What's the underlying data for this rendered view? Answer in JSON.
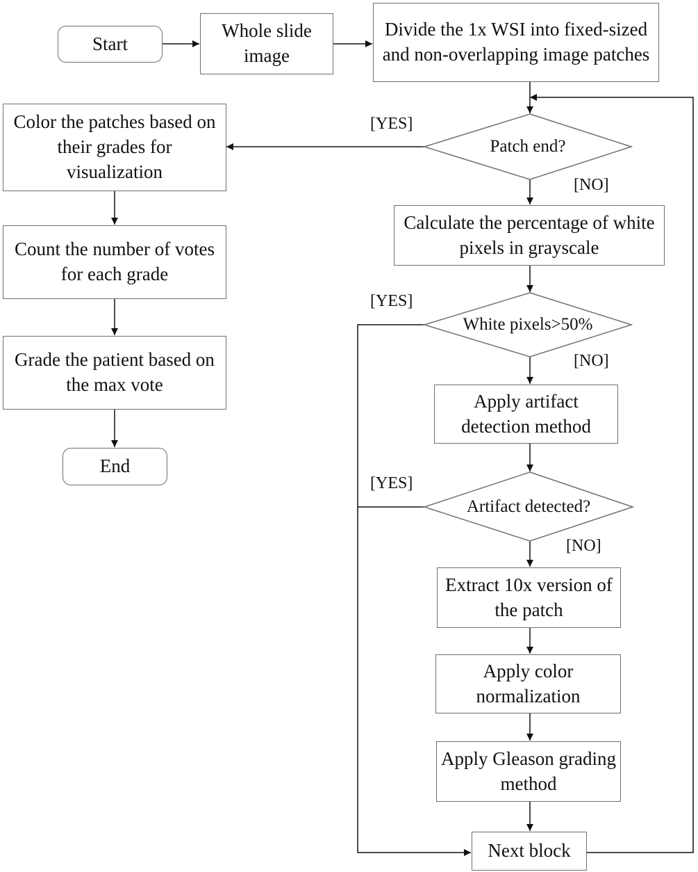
{
  "nodes": {
    "start": "Start",
    "wsi": "Whole slide image",
    "divide": "Divide the 1x WSI into fixed-sized and non-overlapping image patches",
    "patch_end": "Patch end?",
    "calc_white": "Calculate the percentage of white pixels in grayscale",
    "white_check": "White pixels>50%",
    "artifact_method": "Apply artifact detection method",
    "artifact_check": "Artifact detected?",
    "extract": "Extract 10x version of the patch",
    "color_norm": "Apply color normalization",
    "gleason": "Apply Gleason grading method",
    "next_block": "Next block",
    "color_patches": "Color the patches based on their grades for visualization",
    "count_votes": "Count the number of votes for each grade",
    "grade_patient": "Grade the patient based on the max vote",
    "end": "End"
  },
  "labels": {
    "yes": "[YES]",
    "no": "[NO]"
  },
  "colors": {
    "line": "#111111",
    "border": "#6f6f6f"
  }
}
